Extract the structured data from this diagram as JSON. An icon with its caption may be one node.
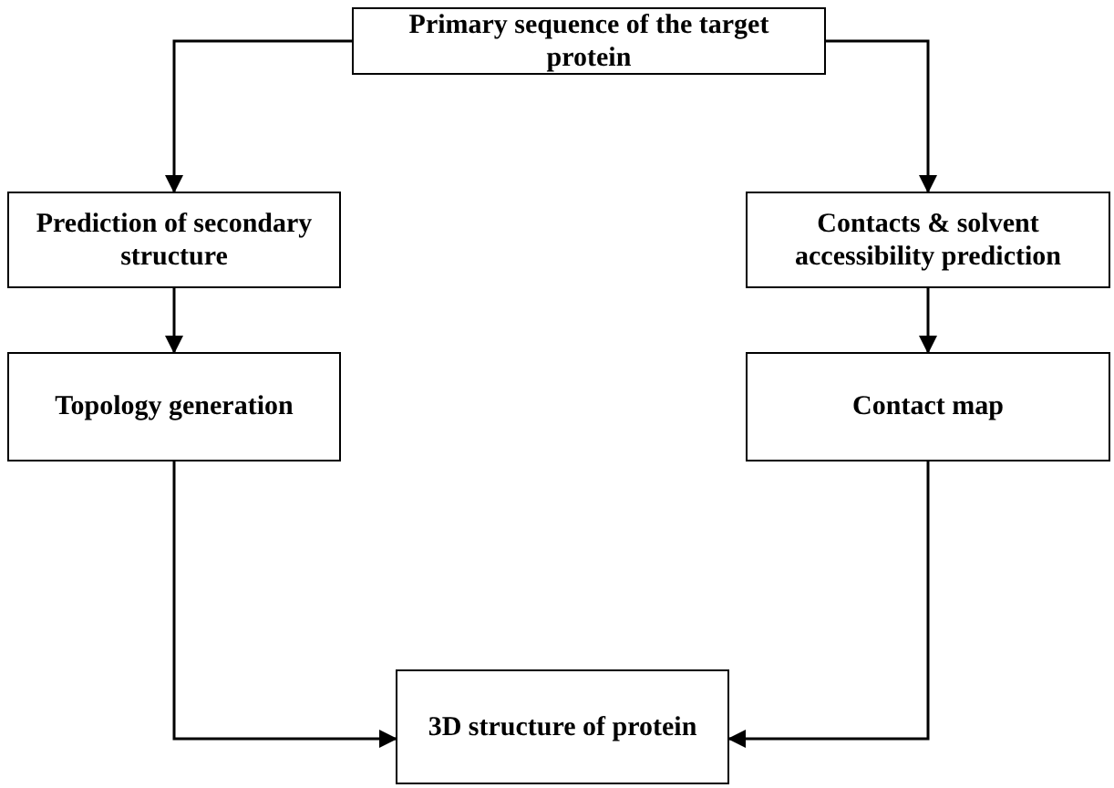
{
  "diagram": {
    "nodes": [
      {
        "text": [
          "Primary sequence of the target protein"
        ]
      },
      {
        "text": [
          "Prediction of secondary structure"
        ]
      },
      {
        "text": [
          "Contacts & solvent accessibility prediction"
        ]
      },
      {
        "text": [
          "Topology generation"
        ]
      },
      {
        "text": [
          "Contact map"
        ]
      },
      {
        "text": [
          "3D structure of protein"
        ]
      }
    ],
    "edges": [
      {
        "from": 0,
        "to": 1,
        "arrow": "to"
      },
      {
        "from": 0,
        "to": 2,
        "arrow": "to"
      },
      {
        "from": 1,
        "to": 3,
        "arrow": "to"
      },
      {
        "from": 2,
        "to": 4,
        "arrow": "to"
      },
      {
        "from": 3,
        "to": 5,
        "arrow": "to"
      },
      {
        "from": 4,
        "to": 5,
        "arrow": "to"
      }
    ]
  }
}
